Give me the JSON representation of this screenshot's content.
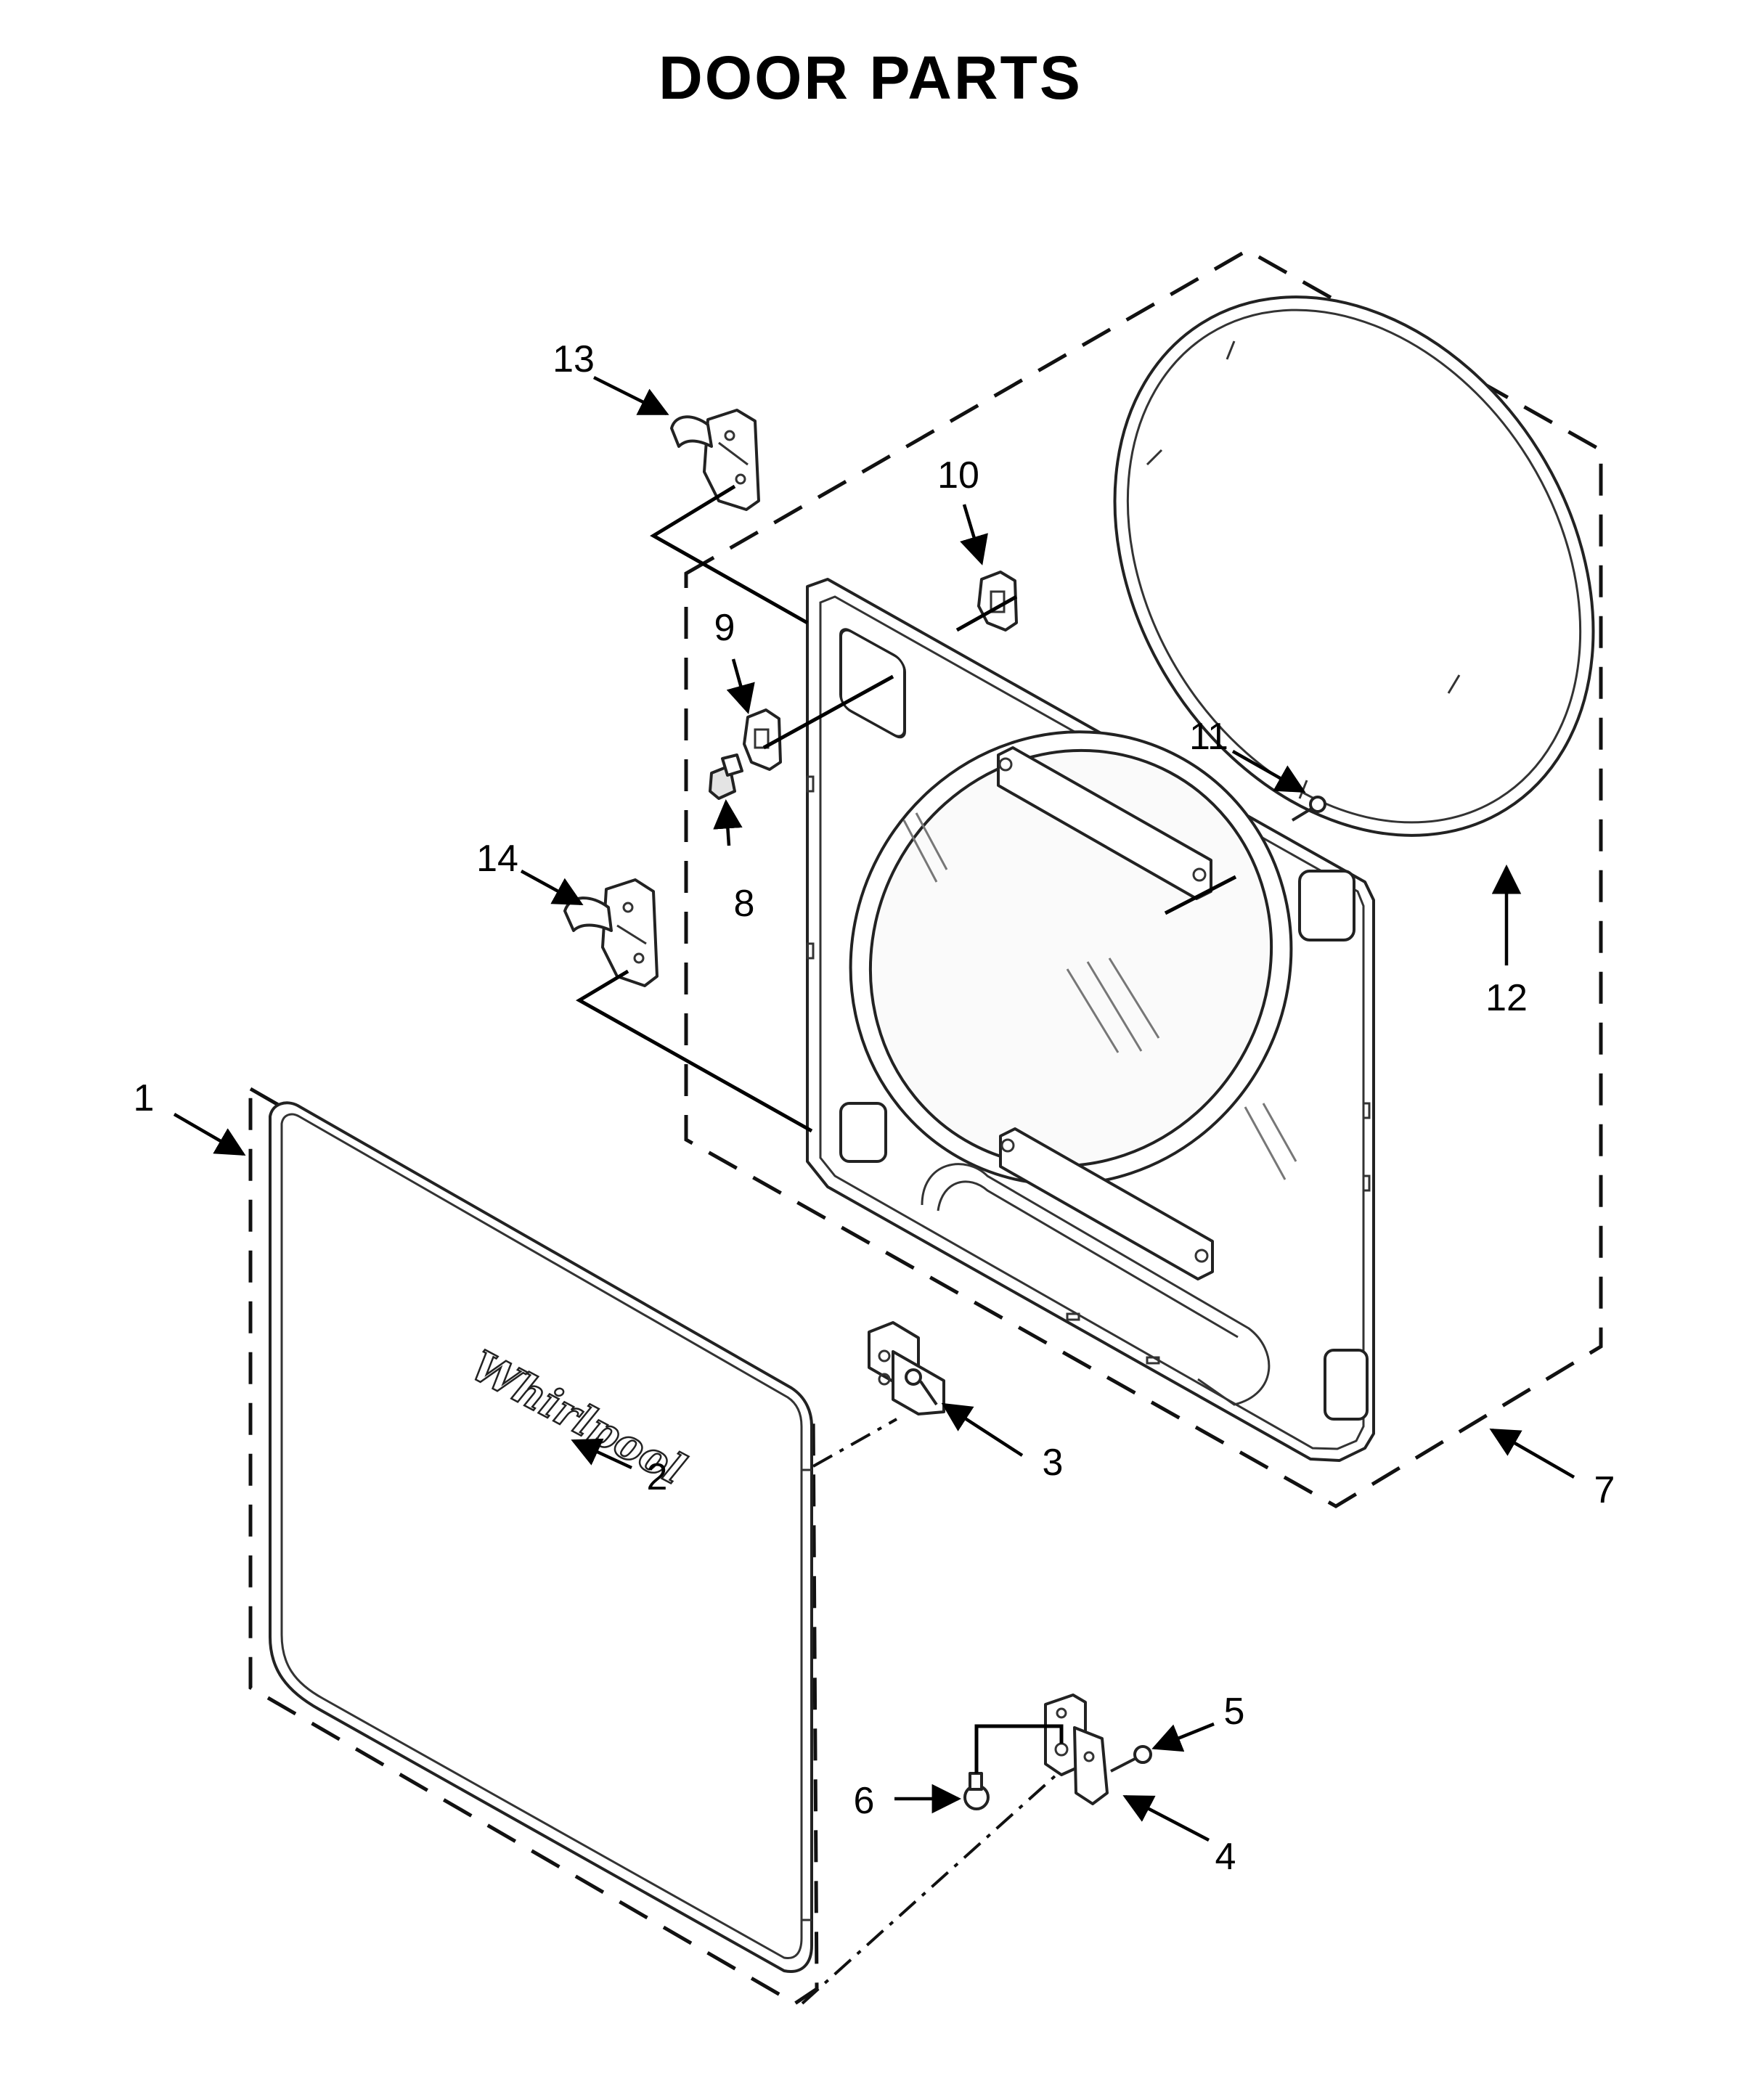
{
  "title": "DOOR PARTS",
  "brand_logo_text": "Whirlpool",
  "callouts": {
    "c1": "1",
    "c2": "2",
    "c3": "3",
    "c4": "4",
    "c5": "5",
    "c6": "6",
    "c7": "7",
    "c8": "8",
    "c9": "9",
    "c10": "10",
    "c11": "11",
    "c12": "12",
    "c13": "13",
    "c14": "14"
  },
  "colors": {
    "line": "#000000",
    "background": "#ffffff",
    "part_fill": "#ffffff",
    "shade": "#e4e4e4"
  }
}
